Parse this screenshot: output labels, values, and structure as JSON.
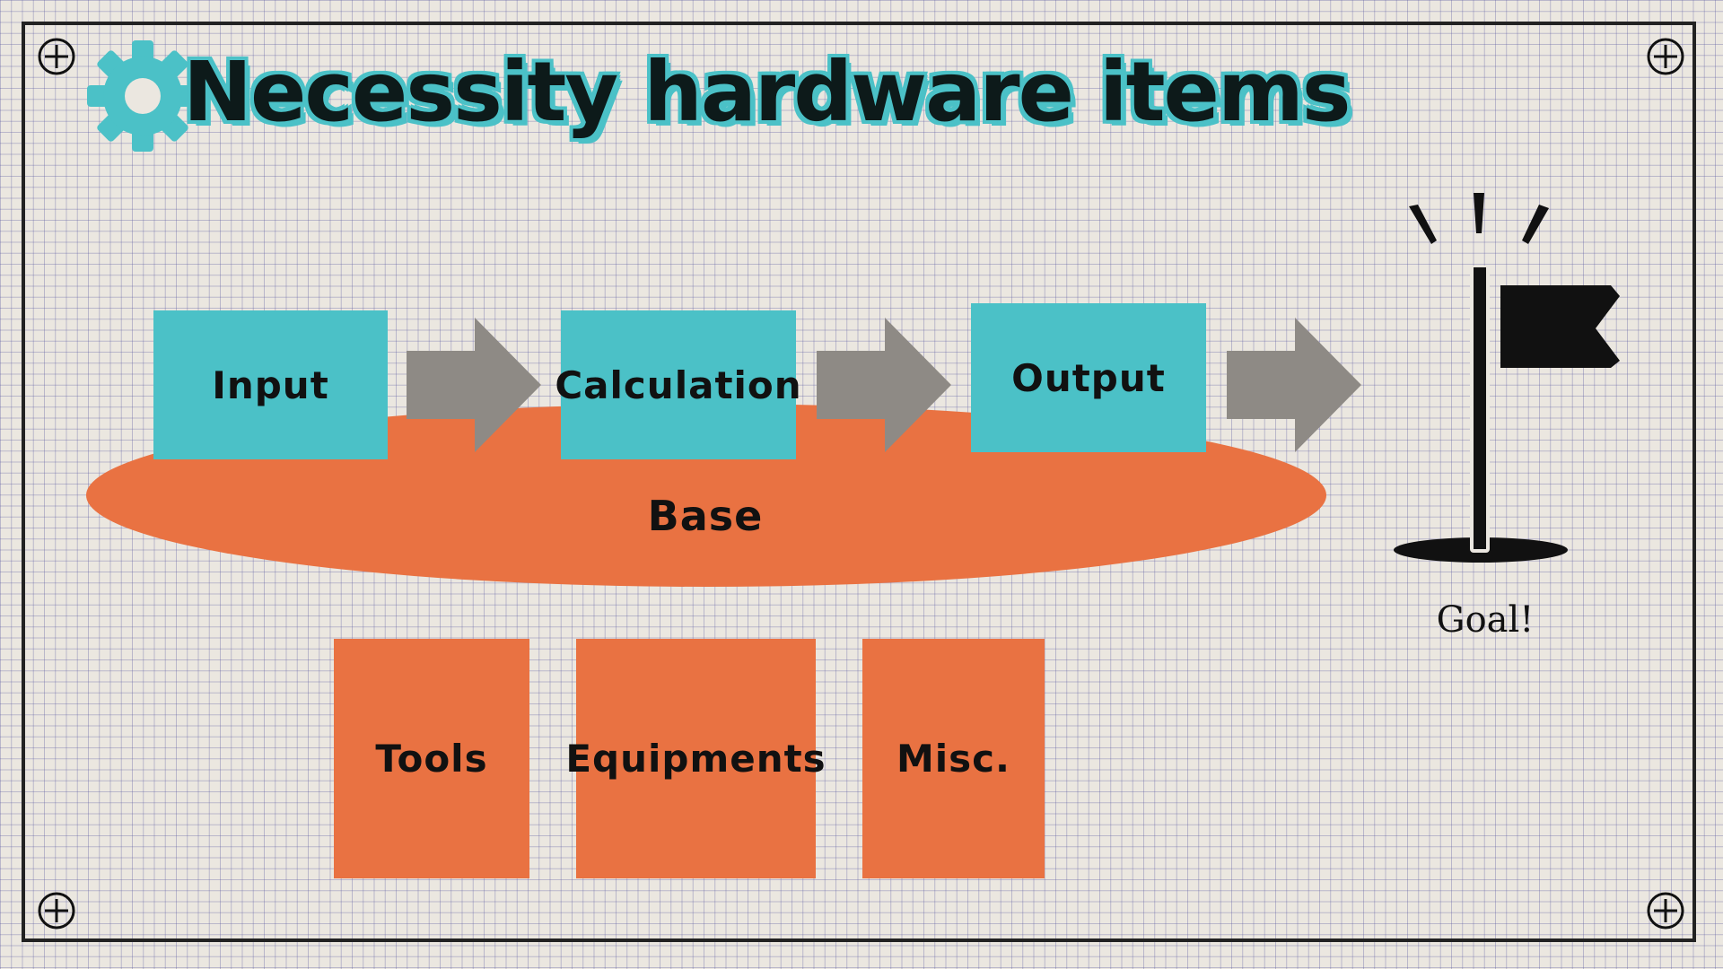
{
  "title": "Necessity hardware items",
  "flow": {
    "input": "Input",
    "calculation": "Calculation",
    "output": "Output"
  },
  "base": "Base",
  "goal": "Goal!",
  "items": {
    "tools": "Tools",
    "equipments": "Equipments",
    "misc": "Misc."
  },
  "colors": {
    "teal": "#4bc1c7",
    "orange": "#e97242",
    "arrow_gray": "#8e8a85",
    "background": "#ebe7e0"
  },
  "icons": [
    "gear-icon",
    "arrow-right-icon",
    "goal-flag-icon",
    "crosshair-icon"
  ]
}
